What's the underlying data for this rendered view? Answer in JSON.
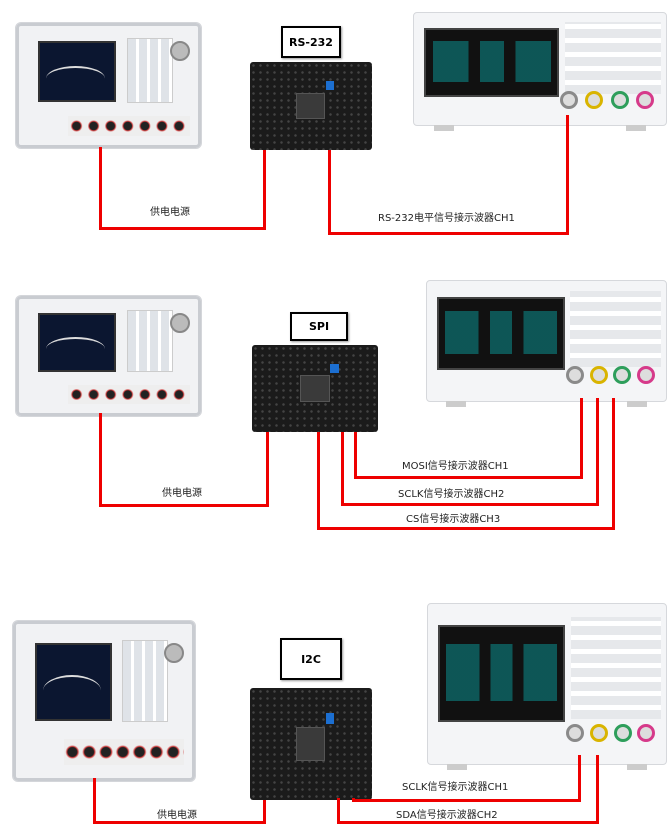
{
  "sections": [
    {
      "protocol": "RS-232",
      "power_label": "供电电源",
      "signals": [
        "RS-232电平信号接示波器CH1"
      ]
    },
    {
      "protocol": "SPI",
      "power_label": "供电电源",
      "signals": [
        "MOSI信号接示波器CH1",
        "SCLK信号接示波器CH2",
        "CS信号接示波器CH3"
      ]
    },
    {
      "protocol": "I2C",
      "power_label": "供电电源",
      "signals": [
        "SCLK信号接示波器CH1",
        "SDA信号接示波器CH2"
      ]
    }
  ],
  "colors": {
    "wire": "#e00000",
    "ch1": "#8a8a8a",
    "ch2": "#d9b400",
    "ch3": "#2e9e5b",
    "ch4": "#d63a8a"
  }
}
